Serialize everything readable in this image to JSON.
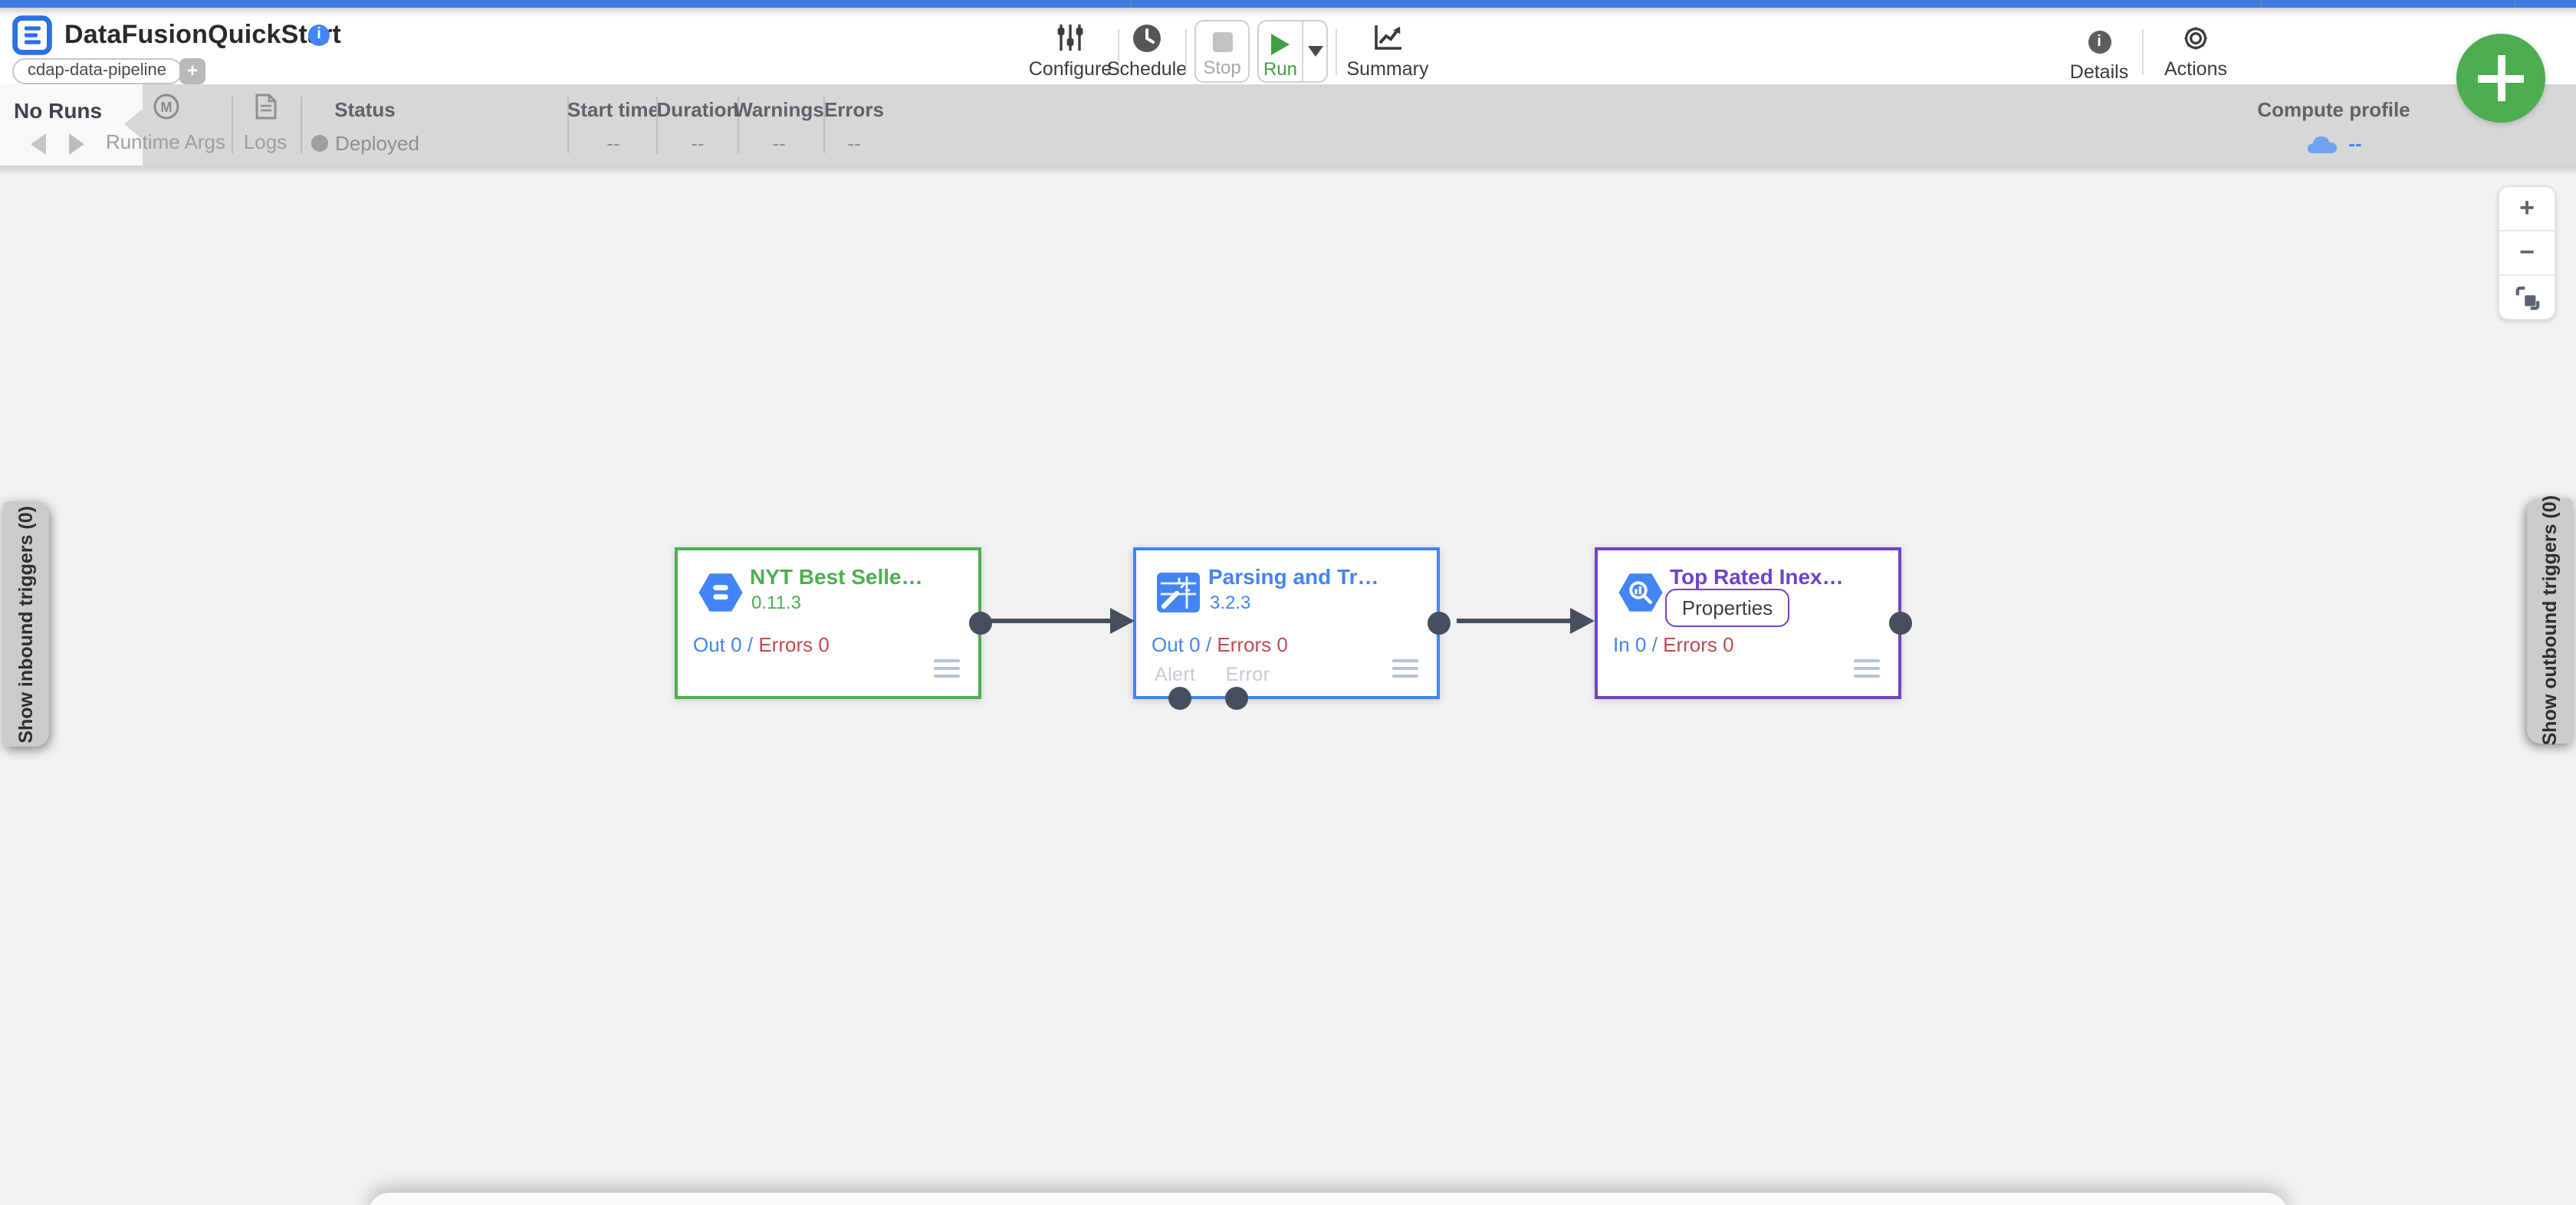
{
  "theme": {
    "topbar-blue": "#3e7be0",
    "accent-blue": "#4285f4",
    "node-green": "#4caf50",
    "node-blue": "#4285f4",
    "node-purple": "#6e43c8",
    "error-red": "#bf4a52",
    "port-dark": "#454f5d",
    "fab-green": "#4cae51"
  },
  "header": {
    "title": "DataFusionQuickStart",
    "artifact_badge": "cdap-data-pipeline",
    "add_tag": "+",
    "toolbar": {
      "configure": "Configure",
      "schedule": "Schedule",
      "stop": "Stop",
      "run": "Run",
      "summary": "Summary",
      "details": "Details",
      "actions": "Actions"
    }
  },
  "statusbar": {
    "runs_label": "No Runs",
    "runtime_args": "Runtime Args",
    "runtime_args_icon_letter": "M",
    "logs": "Logs",
    "status_label": "Status",
    "status_value": "Deployed",
    "start_time_label": "Start time",
    "start_time_value": "--",
    "duration_label": "Duration",
    "duration_value": "--",
    "warnings_label": "Warnings",
    "warnings_value": "--",
    "errors_label": "Errors",
    "errors_value": "--",
    "compute_profile_label": "Compute profile",
    "compute_profile_value": "--"
  },
  "canvas": {
    "inbound_tab": "Show inbound triggers (0)",
    "outbound_tab": "Show outbound triggers (0)",
    "zoom_in": "+",
    "zoom_out": "−",
    "nodes": [
      {
        "title": "NYT Best Selle…",
        "version": "0.11.3",
        "metric_left": "Out 0",
        "metric_sep": "/",
        "metric_right": "Errors 0"
      },
      {
        "title": "Parsing and Tr…",
        "version": "3.2.3",
        "metric_left": "Out 0",
        "metric_sep": "/",
        "metric_right": "Errors 0",
        "alert": "Alert",
        "error": "Error"
      },
      {
        "title": "Top Rated Inex…",
        "properties": "Properties",
        "metric_left": "In 0",
        "metric_sep": "/",
        "metric_right": "Errors 0"
      }
    ]
  }
}
